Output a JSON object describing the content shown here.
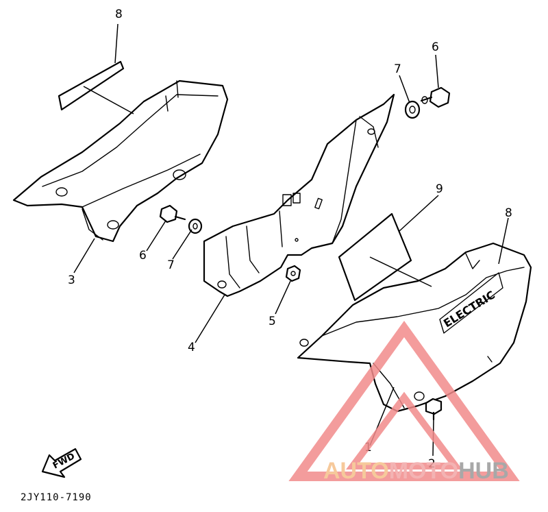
{
  "callouts": {
    "c1": "1",
    "c2": "2",
    "c3": "3",
    "c4": "4",
    "c5": "5",
    "c6_top": "6",
    "c6_left": "6",
    "c7_top": "7",
    "c7_left": "7",
    "c8_top": "8",
    "c8_right": "8",
    "c9": "9"
  },
  "cover_emblem": "ELECTRIC",
  "direction_label": "FWD",
  "diagram_code": "2JY110-7190",
  "watermark": {
    "part1": "AUTO",
    "part2": "MOTO",
    "part3": "HUB",
    "color_auto": "#f5c08a",
    "color_moto": "#f2a6a6",
    "color_hub": "#9a9a9a",
    "triangle_color": "#f28b8b"
  }
}
